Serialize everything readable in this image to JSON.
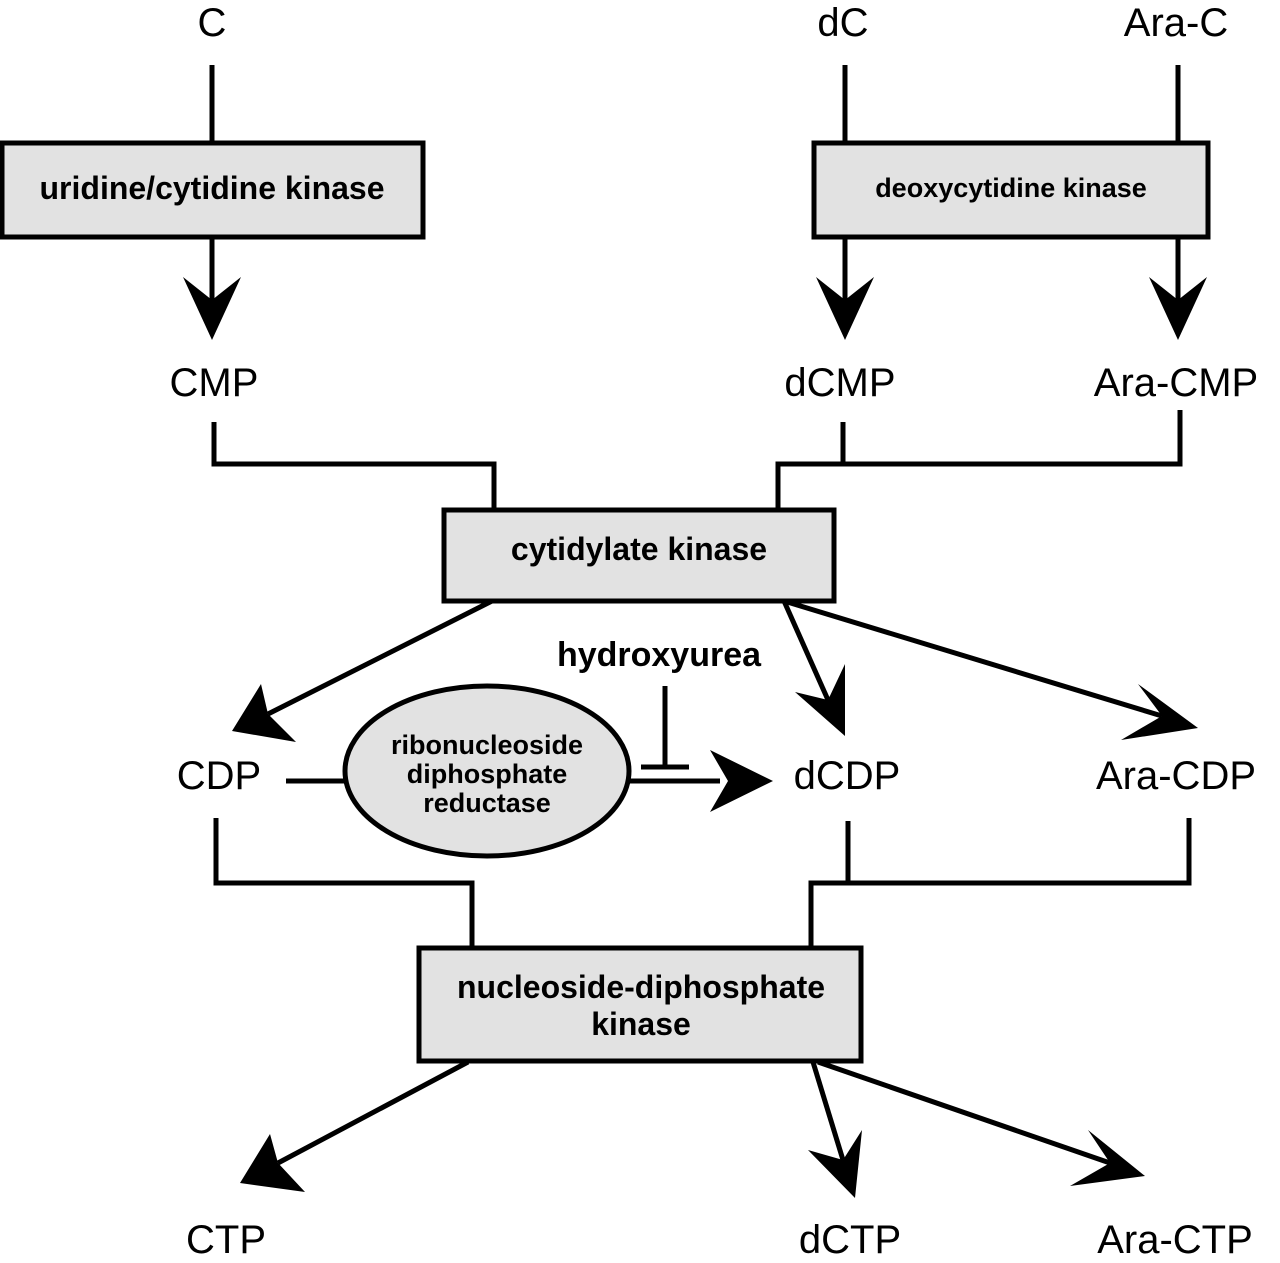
{
  "metabolites": {
    "c": "C",
    "dc": "dC",
    "ara_c": "Ara-C",
    "cmp": "CMP",
    "dcmp": "dCMP",
    "ara_cmp": "Ara-CMP",
    "cdp": "CDP",
    "dcdp": "dCDP",
    "ara_cdp": "Ara-CDP",
    "ctp": "CTP",
    "dctp": "dCTP",
    "ara_ctp": "Ara-CTP"
  },
  "enzymes": {
    "uridine_cytidine_kinase": "uridine/cytidine kinase",
    "deoxycytidine_kinase": "deoxycytidine kinase",
    "cytidylate_kinase": "cytidylate kinase",
    "ndp_kinase_line1": "nucleoside-diphosphate",
    "ndp_kinase_line2": "kinase",
    "rnr_line1": "ribonucleoside",
    "rnr_line2": "diphosphate",
    "rnr_line3": "reductase"
  },
  "inhibitor": "hydroxyurea",
  "colors": {
    "box_fill": "#e2e2e2",
    "stroke": "#000000",
    "background": "#ffffff"
  }
}
